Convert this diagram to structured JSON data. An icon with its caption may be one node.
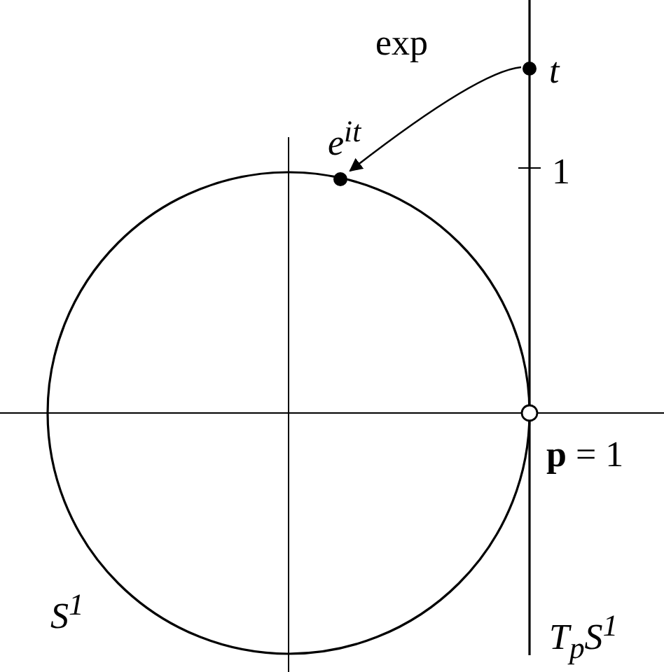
{
  "diagram": {
    "nodes": [
      {
        "text": [],
        "shape": "circle",
        "beside": [
          "t"
        ]
      },
      {
        "text": [],
        "shape": "circle",
        "beside": [
          "e$^{it}$"
        ]
      }
    ],
    "edges": [
      {
        "from": 0,
        "to": 1,
        "arrow": "to",
        "label": "exp"
      }
    ],
    "labels": [
      "1",
      "**p** = 1",
      "S$^{1}$",
      "T$_{p}$S$^{1}$"
    ]
  }
}
